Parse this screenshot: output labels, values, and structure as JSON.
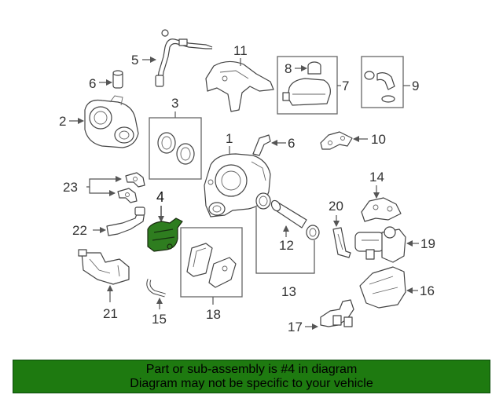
{
  "colors": {
    "highlight": "#2e7d1f",
    "footer_bg": "#1e7a10",
    "line": "#444444"
  },
  "diagram": {
    "labels": {
      "p1": "1",
      "p2": "2",
      "p3": "3",
      "p4": "4",
      "p5": "5",
      "p6a": "6",
      "p6b": "6",
      "p7": "7",
      "p8": "8",
      "p9": "9",
      "p10": "10",
      "p11": "11",
      "p12": "12",
      "p13": "13",
      "p14": "14",
      "p15": "15",
      "p16": "16",
      "p17": "17",
      "p18": "18",
      "p19": "19",
      "p20": "20",
      "p21": "21",
      "p22": "22",
      "p23": "23"
    },
    "highlighted_part": "4"
  },
  "footer": {
    "line1": "Part or sub-assembly is #4 in diagram",
    "line2": "Diagram may not be specific to your vehicle"
  }
}
